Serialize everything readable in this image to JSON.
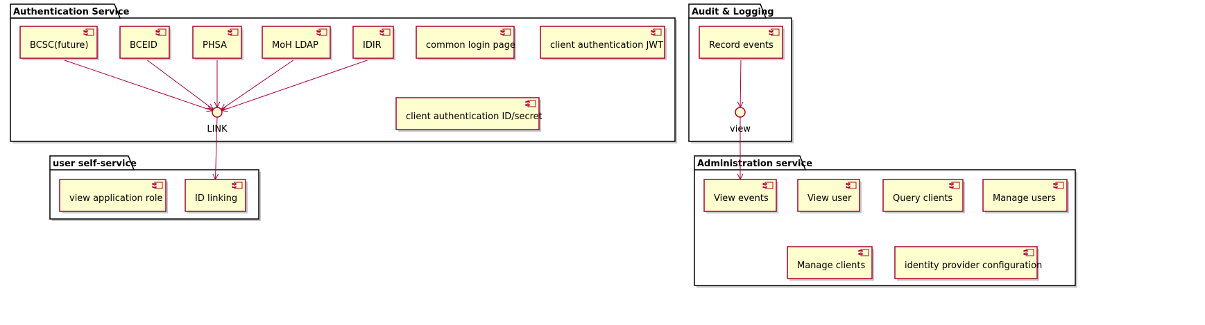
{
  "colors": {
    "component_fill": "#FEFECE",
    "border_accent": "#A80036",
    "package_border": "#000000"
  },
  "packages": [
    {
      "id": "auth",
      "title": "Authentication Service"
    },
    {
      "id": "audit",
      "title": "Audit & Logging"
    },
    {
      "id": "selfservice",
      "title": "user self-service"
    },
    {
      "id": "admin",
      "title": "Administration service"
    }
  ],
  "components": [
    {
      "id": "bcsc",
      "label": "BCSC(future)",
      "package": "auth"
    },
    {
      "id": "bceid",
      "label": "BCEID",
      "package": "auth"
    },
    {
      "id": "phsa",
      "label": "PHSA",
      "package": "auth"
    },
    {
      "id": "mohldap",
      "label": "MoH LDAP",
      "package": "auth"
    },
    {
      "id": "idir",
      "label": "IDIR",
      "package": "auth"
    },
    {
      "id": "commonlogin",
      "label": "common login page",
      "package": "auth"
    },
    {
      "id": "clientjwt",
      "label": "client authentication JWT",
      "package": "auth"
    },
    {
      "id": "clientsecret",
      "label": "client authentication ID/secret",
      "package": "auth"
    },
    {
      "id": "recordevents",
      "label": "Record events",
      "package": "audit"
    },
    {
      "id": "viewapprole",
      "label": "view application role",
      "package": "selfservice"
    },
    {
      "id": "idlinking",
      "label": "ID linking",
      "package": "selfservice"
    },
    {
      "id": "viewevents",
      "label": "View events",
      "package": "admin"
    },
    {
      "id": "viewuser",
      "label": "View user",
      "package": "admin"
    },
    {
      "id": "queryclients",
      "label": "Query clients",
      "package": "admin"
    },
    {
      "id": "manageusers",
      "label": "Manage users",
      "package": "admin"
    },
    {
      "id": "manageclients",
      "label": "Manage clients",
      "package": "admin"
    },
    {
      "id": "idpconfig",
      "label": "identity provider configuration",
      "package": "admin"
    }
  ],
  "interfaces": [
    {
      "id": "link",
      "label": "LINK",
      "package": "auth"
    },
    {
      "id": "view",
      "label": "view",
      "package": "audit"
    }
  ],
  "edges": [
    {
      "from": "bcsc",
      "to": "link"
    },
    {
      "from": "bceid",
      "to": "link"
    },
    {
      "from": "phsa",
      "to": "link"
    },
    {
      "from": "mohldap",
      "to": "link"
    },
    {
      "from": "idir",
      "to": "link"
    },
    {
      "from": "link",
      "to": "idlinking"
    },
    {
      "from": "recordevents",
      "to": "view"
    },
    {
      "from": "view",
      "to": "viewevents"
    }
  ]
}
